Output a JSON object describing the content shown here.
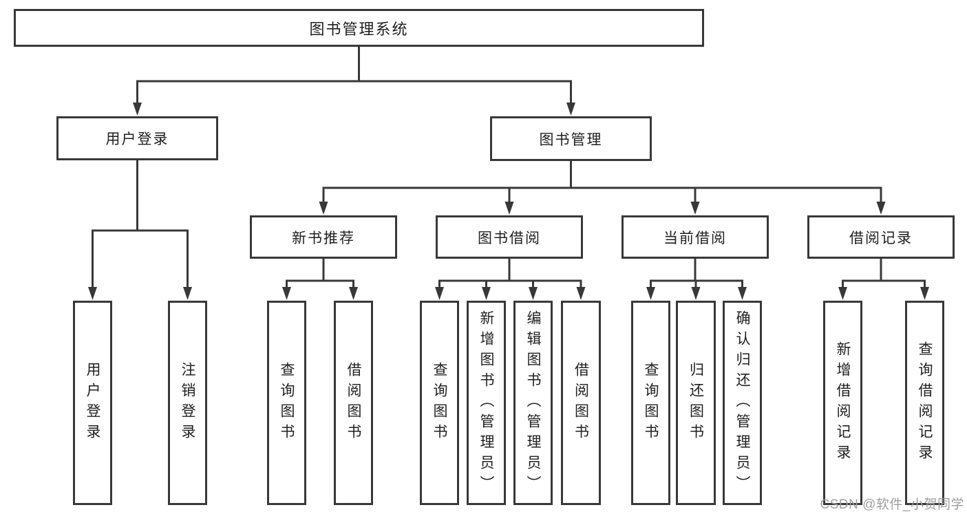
{
  "diagram_title": "图书管理系统",
  "tree": {
    "root": {
      "label": "图书管理系统"
    },
    "branches": [
      {
        "label": "用户登录",
        "children": [
          "用户登录",
          "注销登录"
        ]
      },
      {
        "label": "图书管理",
        "children": [
          {
            "label": "新书推荐",
            "children": [
              "查询图书",
              "借阅图书"
            ]
          },
          {
            "label": "图书借阅",
            "children": [
              "查询图书",
              "新增图书（管理员）",
              "编辑图书（管理员）",
              "借阅图书"
            ]
          },
          {
            "label": "当前借阅",
            "children": [
              "查询图书",
              "归还图书",
              "确认归还（管理员）"
            ]
          },
          {
            "label": "借阅记录",
            "children": [
              "新增借阅记录",
              "查询借阅记录"
            ]
          }
        ]
      }
    ]
  },
  "watermark": {
    "text": "CSDN @软件_小贺同学",
    "color": "#9e9e9e"
  },
  "colors": {
    "line": "#383838",
    "box_border": "#383838",
    "text": "#1f1f1f",
    "background": "#ffffff"
  }
}
